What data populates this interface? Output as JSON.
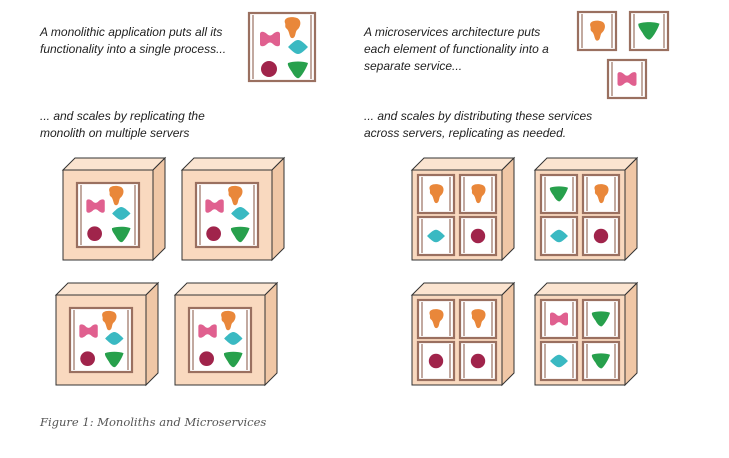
{
  "captions": {
    "monolith": [
      "A monolithic application puts all its",
      "functionality into a single process..."
    ],
    "microservices": [
      "A microservices architecture puts",
      "each element of functionality into a",
      "separate service..."
    ],
    "monolith_scaling": [
      "... and scales by replicating the",
      "monolith on multiple servers"
    ],
    "microservices_scaling": [
      "... and scales by distributing these services",
      "across servers, replicating as needed."
    ]
  },
  "figure_caption": "Figure 1: Monoliths and Microservices",
  "colors": {
    "server_face": "#f9d9bf",
    "server_side": "#f0c7a6",
    "server_top": "#fbe4d0",
    "frame": "#9a7060",
    "outline": "#333333",
    "orange_blob": "#e9873a",
    "pink_bowtie": "#e0608f",
    "teal_diamond": "#3ab9c2",
    "maroon_circle": "#a0244b",
    "green_triangle": "#27a04c"
  },
  "icons": [
    "orange-blob-icon",
    "pink-bowtie-icon",
    "teal-diamond-icon",
    "maroon-circle-icon",
    "green-triangle-icon"
  ],
  "microservice_servers": [
    [
      "orange-blob",
      "orange-blob",
      "teal-diamond",
      "maroon-circle"
    ],
    [
      "green-triangle",
      "orange-blob",
      "teal-diamond",
      "maroon-circle"
    ],
    [
      "orange-blob",
      "orange-blob",
      "maroon-circle",
      "maroon-circle"
    ],
    [
      "pink-bowtie",
      "green-triangle",
      "teal-diamond",
      "green-triangle"
    ]
  ]
}
